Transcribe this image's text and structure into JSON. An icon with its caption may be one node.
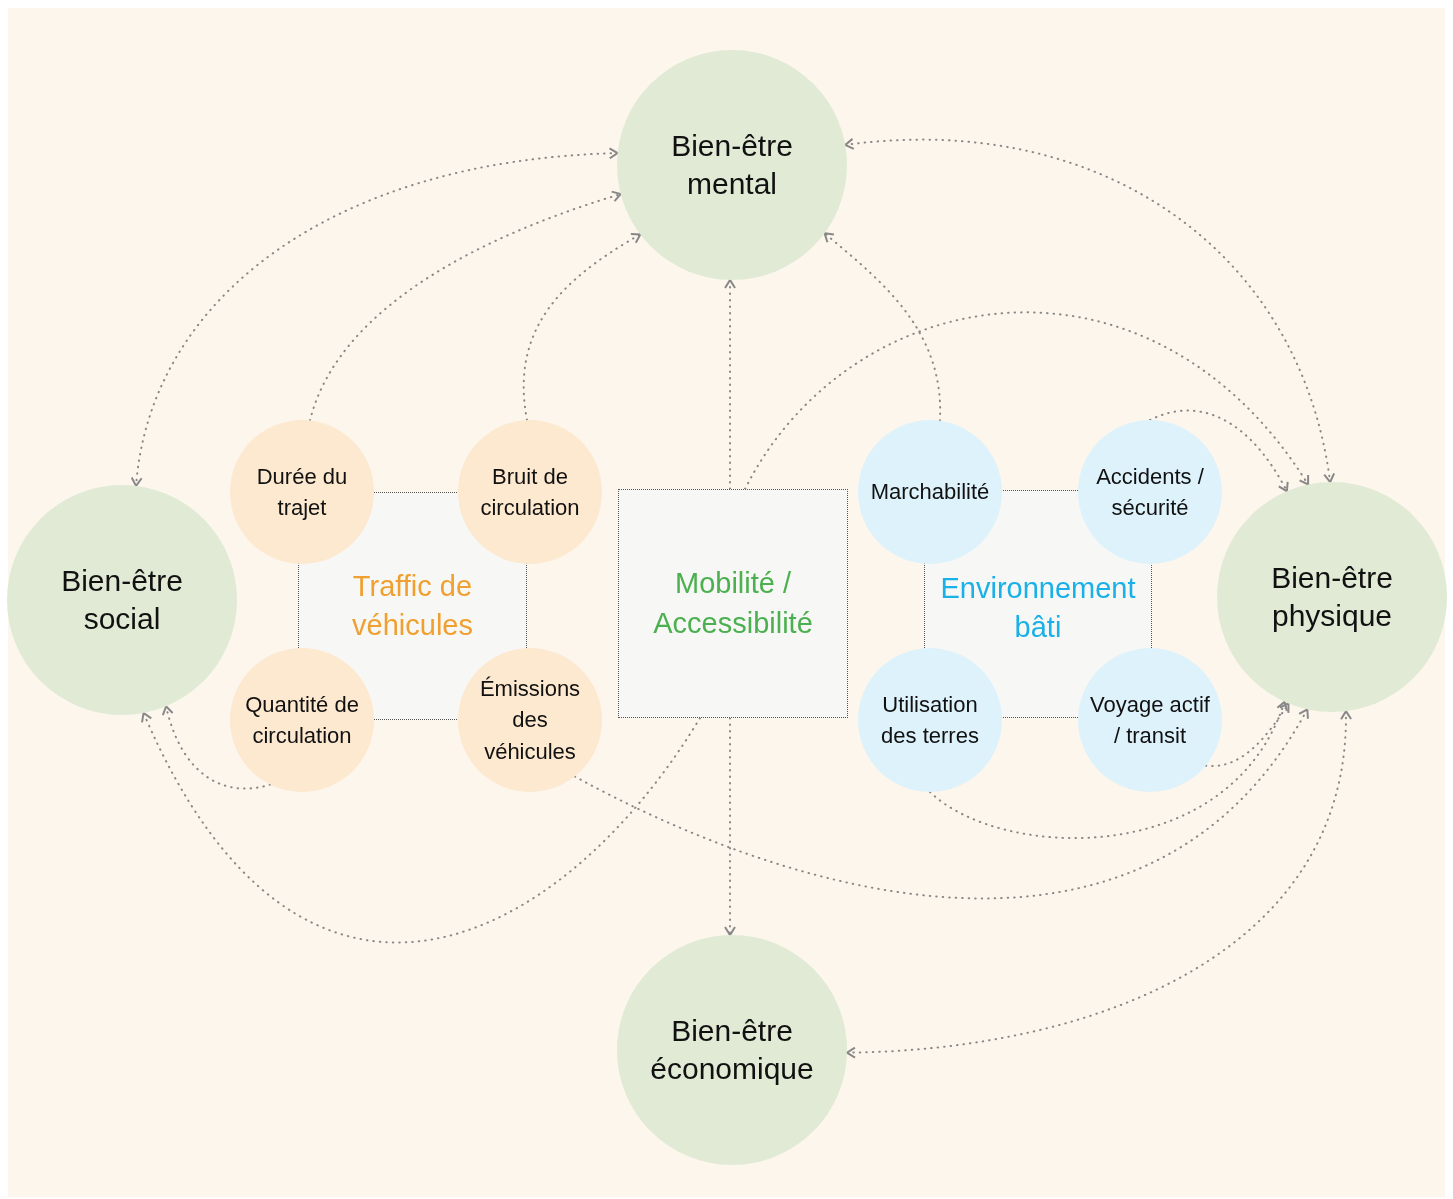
{
  "diagram": {
    "nodes": [
      {
        "text": [
          "Bien-être mental"
        ]
      },
      {
        "text": [
          "Bien-être social"
        ]
      },
      {
        "text": [
          "Traffic de véhicules"
        ]
      },
      {
        "text": [
          "Durée du trajet"
        ]
      },
      {
        "text": [
          "Bruit de circulation"
        ]
      },
      {
        "text": [
          "Quantité de circulation"
        ]
      },
      {
        "text": [
          "Émissions des véhicules"
        ]
      },
      {
        "text": [
          "Mobilité / Accessibilité"
        ]
      },
      {
        "text": [
          "Environnement bâti"
        ]
      },
      {
        "text": [
          "Marchabilité"
        ]
      },
      {
        "text": [
          "Accidents / sécurité"
        ]
      },
      {
        "text": [
          "Utilisation des terres"
        ]
      },
      {
        "text": [
          "Voyage actif / transit"
        ]
      },
      {
        "text": [
          "Bien-être physique"
        ]
      },
      {
        "text": [
          "Bien-être économique"
        ]
      }
    ],
    "edges": [
      {
        "from": 0,
        "to": 1,
        "arrow": "both"
      },
      {
        "from": 3,
        "to": 0,
        "arrow": "to"
      },
      {
        "from": 4,
        "to": 0,
        "arrow": "to"
      },
      {
        "from": 7,
        "to": 0,
        "arrow": "to"
      },
      {
        "from": 9,
        "to": 0,
        "arrow": "to"
      },
      {
        "from": 0,
        "to": 13,
        "arrow": "both"
      },
      {
        "from": 7,
        "to": 13,
        "arrow": "to"
      },
      {
        "from": 10,
        "to": 13,
        "arrow": "to"
      },
      {
        "from": 5,
        "to": 1,
        "arrow": "to"
      },
      {
        "from": 7,
        "to": 1,
        "arrow": "to"
      },
      {
        "from": 6,
        "to": 13,
        "arrow": "to"
      },
      {
        "from": 11,
        "to": 13,
        "arrow": "to"
      },
      {
        "from": 12,
        "to": 13,
        "arrow": "to"
      },
      {
        "from": 7,
        "to": 14,
        "arrow": "to"
      },
      {
        "from": 13,
        "to": 14,
        "arrow": "both"
      }
    ]
  }
}
